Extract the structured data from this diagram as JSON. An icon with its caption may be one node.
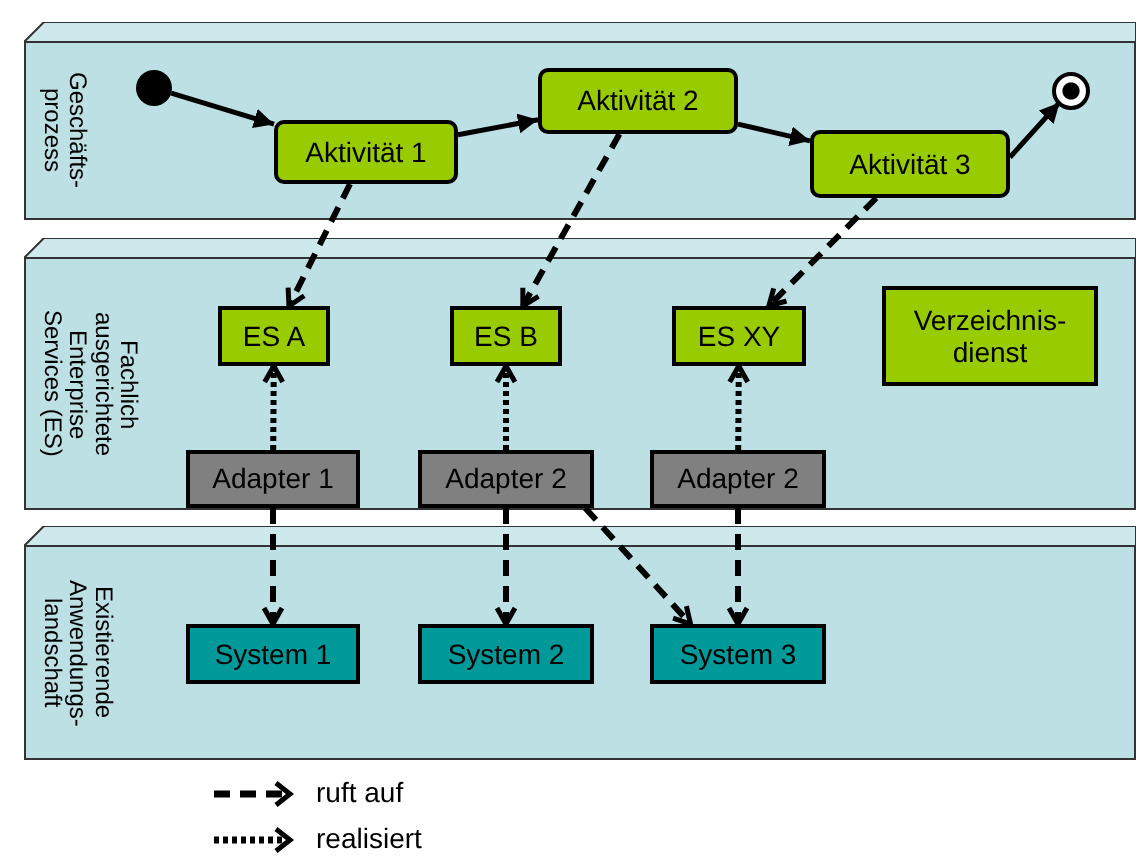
{
  "diagram": {
    "nodes": [
      {
        "text": [
          "Geschäfts- prozess"
        ]
      },
      {
        "text": [],
        "shape": "circle",
        "in": 0
      },
      {
        "text": [
          "Aktivität 1"
        ],
        "in": 0
      },
      {
        "text": [
          "Aktivität 2"
        ],
        "in": 0
      },
      {
        "text": [
          "Aktivität 3"
        ],
        "in": 0
      },
      {
        "text": [],
        "shape": "circle",
        "in": 0
      },
      {
        "text": [
          "Fachlich ausgerichtete Enterprise Services (ES)"
        ]
      },
      {
        "text": [
          "ES A"
        ],
        "in": 6
      },
      {
        "text": [
          "ES B"
        ],
        "in": 6
      },
      {
        "text": [
          "ES XY"
        ],
        "in": 6
      },
      {
        "text": [
          "Verzeichnis- dienst"
        ],
        "in": 6
      },
      {
        "text": [
          "Adapter 1"
        ],
        "in": 6
      },
      {
        "text": [
          "Adapter 2"
        ],
        "in": 6
      },
      {
        "text": [
          "Adapter 2"
        ],
        "in": 6
      },
      {
        "text": [
          "Existierende Anwendungs- landschaft"
        ]
      },
      {
        "text": [
          "System 1"
        ],
        "in": 14
      },
      {
        "text": [
          "System 2"
        ],
        "in": 14
      },
      {
        "text": [
          "System 3"
        ],
        "in": 14
      }
    ],
    "edges": [
      {
        "from": 1,
        "to": 2,
        "arrow": "to"
      },
      {
        "from": 2,
        "to": 3,
        "arrow": "to"
      },
      {
        "from": 3,
        "to": 4,
        "arrow": "to"
      },
      {
        "from": 4,
        "to": 5,
        "arrow": "to"
      },
      {
        "from": 2,
        "to": 7,
        "arrow": "to",
        "style": "dashed"
      },
      {
        "from": 3,
        "to": 8,
        "arrow": "to",
        "style": "dashed"
      },
      {
        "from": 4,
        "to": 9,
        "arrow": "to",
        "style": "dashed"
      },
      {
        "from": 11,
        "to": 7,
        "arrow": "to",
        "style": "dashed"
      },
      {
        "from": 12,
        "to": 8,
        "arrow": "to",
        "style": "dashed"
      },
      {
        "from": 13,
        "to": 9,
        "arrow": "to",
        "style": "dashed"
      },
      {
        "from": 11,
        "to": 15,
        "arrow": "to",
        "style": "dashed"
      },
      {
        "from": 12,
        "to": 16,
        "arrow": "to",
        "style": "dashed"
      },
      {
        "from": 12,
        "to": 17,
        "arrow": "to",
        "style": "dashed"
      },
      {
        "from": 13,
        "to": 17,
        "arrow": "to",
        "style": "dashed"
      }
    ],
    "legend": [
      {
        "text": "ruft auf"
      },
      {
        "text": "realisiert"
      }
    ]
  }
}
